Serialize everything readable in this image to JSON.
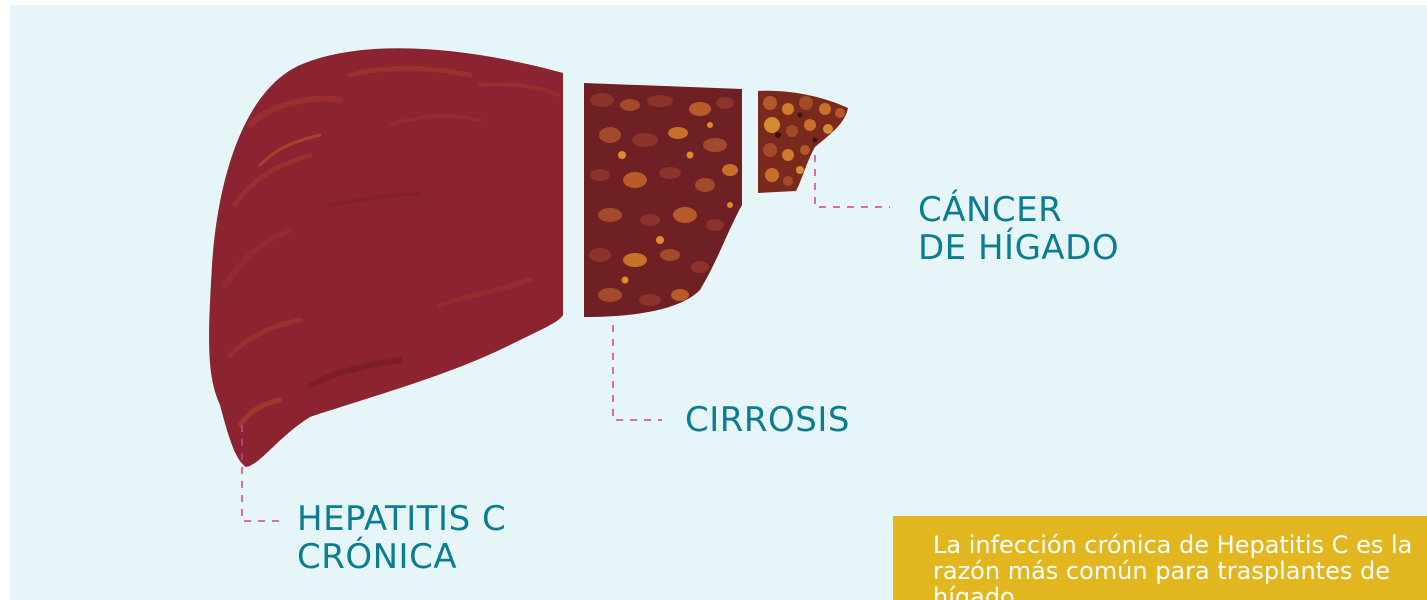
{
  "labels": {
    "cancer_line1": "CÁNCER",
    "cancer_line2": "DE HÍGADO",
    "cirrosis": "CIRROSIS",
    "hepatitis_line1": "HEPATITIS C",
    "hepatitis_line2": "CRÓNICA"
  },
  "callout": {
    "text": "La infección crónica de Hepatitis C es la razón más común para trasplantes de hígado"
  },
  "colors": {
    "background": "#e6f5f8",
    "liver_healthy": "#8b2330",
    "liver_cirrhosis": "#7a2528",
    "liver_cancer": "#8e3a20",
    "label_text": "#0c7c8f",
    "leader_line": "#d8408a",
    "callout_bg": "#e1b61f",
    "callout_text": "#ffffff"
  }
}
